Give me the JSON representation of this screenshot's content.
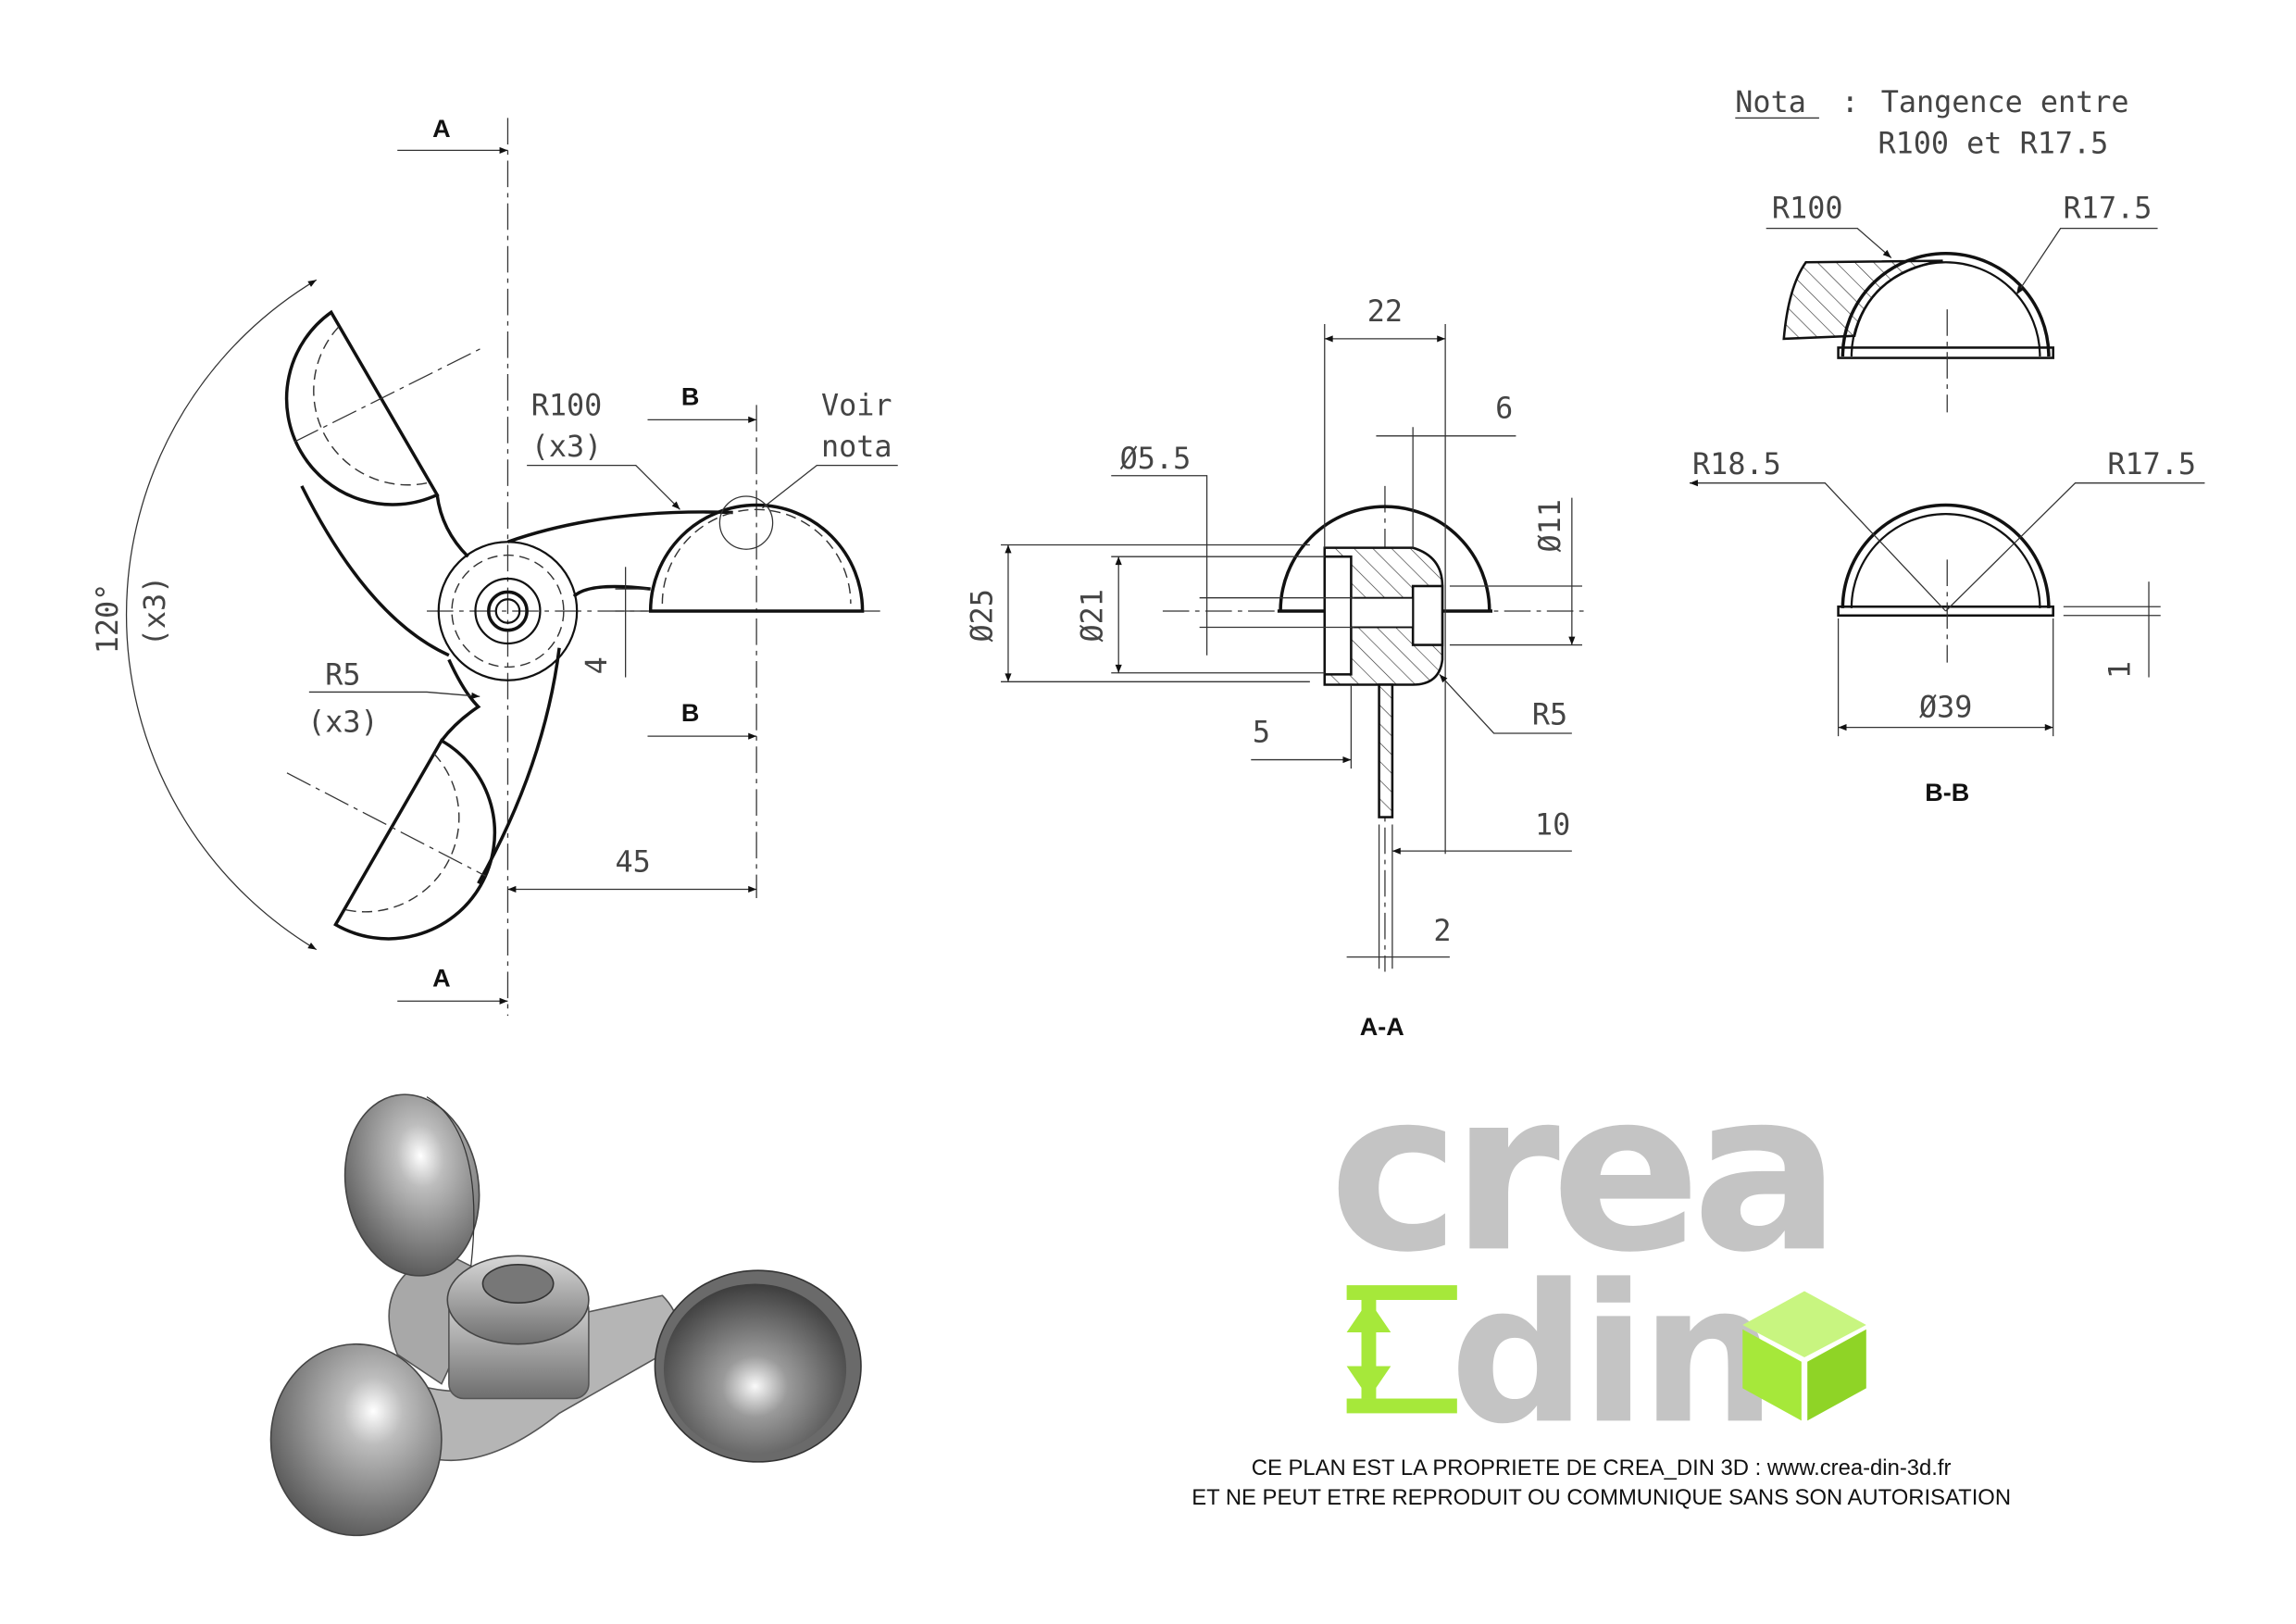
{
  "front_view": {
    "section_a_top": "A",
    "section_a_bottom": "A",
    "section_b_top": "B",
    "section_b_bottom": "B",
    "r100": "R100",
    "r100_count": "(x3)",
    "voir": "Voir",
    "nota": "nota",
    "r5": "R5",
    "r5_count": "(x3)",
    "angle": "120°",
    "angle_count": "(x3)",
    "dim_45": "45",
    "dim_4": "4"
  },
  "section_aa": {
    "title": "A-A",
    "dim_22": "22",
    "dim_6": "6",
    "dia_5_5": "Ø5.5",
    "dia_25": "Ø25",
    "dia_21": "Ø21",
    "dia_11": "Ø11",
    "r5": "R5",
    "dim_5": "5",
    "dim_10": "10",
    "dim_2": "2"
  },
  "note": {
    "label": "Nota",
    "sep": ":",
    "line1": "Tangence entre",
    "line2": "R100 et R17.5",
    "r100": "R100",
    "r17_5": "R17.5"
  },
  "section_bb": {
    "title": "B-B",
    "r18_5": "R18.5",
    "r17_5": "R17.5",
    "dia_39": "Ø39",
    "dim_1": "1"
  },
  "logo": {
    "word1": "crea",
    "word2": "din",
    "gray": "#c4c4c4",
    "green": "#a6e83a"
  },
  "footer": {
    "line1": "CE PLAN EST LA PROPRIETE DE CREA_DIN 3D : www.crea-din-3d.fr",
    "line2": "ET NE PEUT ETRE REPRODUIT OU COMMUNIQUE SANS SON AUTORISATION"
  }
}
